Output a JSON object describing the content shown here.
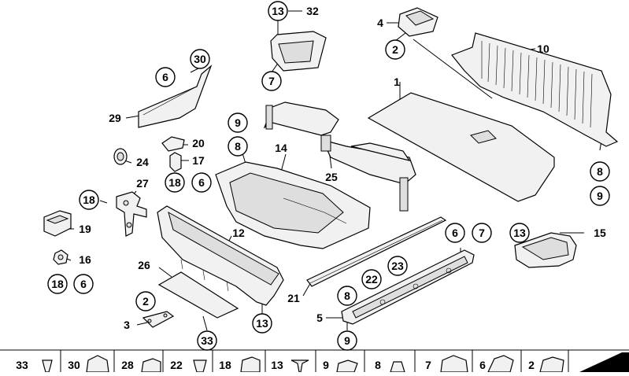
{
  "callouts": [
    {
      "label": "13",
      "circled": true
    },
    {
      "label": "32",
      "circled": false
    },
    {
      "label": "7",
      "circled": true
    },
    {
      "label": "4",
      "circled": false
    },
    {
      "label": "2",
      "circled": true
    },
    {
      "label": "10",
      "circled": false
    },
    {
      "label": "30",
      "circled": true
    },
    {
      "label": "6",
      "circled": true
    },
    {
      "label": "29",
      "circled": false
    },
    {
      "label": "1",
      "circled": false
    },
    {
      "label": "9",
      "circled": true
    },
    {
      "label": "8",
      "circled": true
    },
    {
      "label": "14",
      "circled": false
    },
    {
      "label": "20",
      "circled": false
    },
    {
      "label": "17",
      "circled": false
    },
    {
      "label": "24",
      "circled": false
    },
    {
      "label": "18",
      "circled": true
    },
    {
      "label": "6",
      "circled": true
    },
    {
      "label": "25",
      "circled": false
    },
    {
      "label": "27",
      "circled": false
    },
    {
      "label": "18",
      "circled": true
    },
    {
      "label": "8",
      "circled": true
    },
    {
      "label": "9",
      "circled": true
    },
    {
      "label": "19",
      "circled": false
    },
    {
      "label": "12",
      "circled": false
    },
    {
      "label": "6",
      "circled": true
    },
    {
      "label": "7",
      "circled": true
    },
    {
      "label": "13",
      "circled": true
    },
    {
      "label": "15",
      "circled": false
    },
    {
      "label": "16",
      "circled": false
    },
    {
      "label": "18",
      "circled": true
    },
    {
      "label": "6",
      "circled": true
    },
    {
      "label": "26",
      "circled": false
    },
    {
      "label": "23",
      "circled": true
    },
    {
      "label": "22",
      "circled": true
    },
    {
      "label": "21",
      "circled": false
    },
    {
      "label": "8",
      "circled": true
    },
    {
      "label": "2",
      "circled": true
    },
    {
      "label": "3",
      "circled": false
    },
    {
      "label": "5",
      "circled": false
    },
    {
      "label": "13",
      "circled": true
    },
    {
      "label": "33",
      "circled": true
    },
    {
      "label": "9",
      "circled": true
    }
  ],
  "hardware_strip": [
    "33",
    "30",
    "28",
    "22",
    "18",
    "13",
    "9",
    "8",
    "7",
    "6",
    "2"
  ]
}
